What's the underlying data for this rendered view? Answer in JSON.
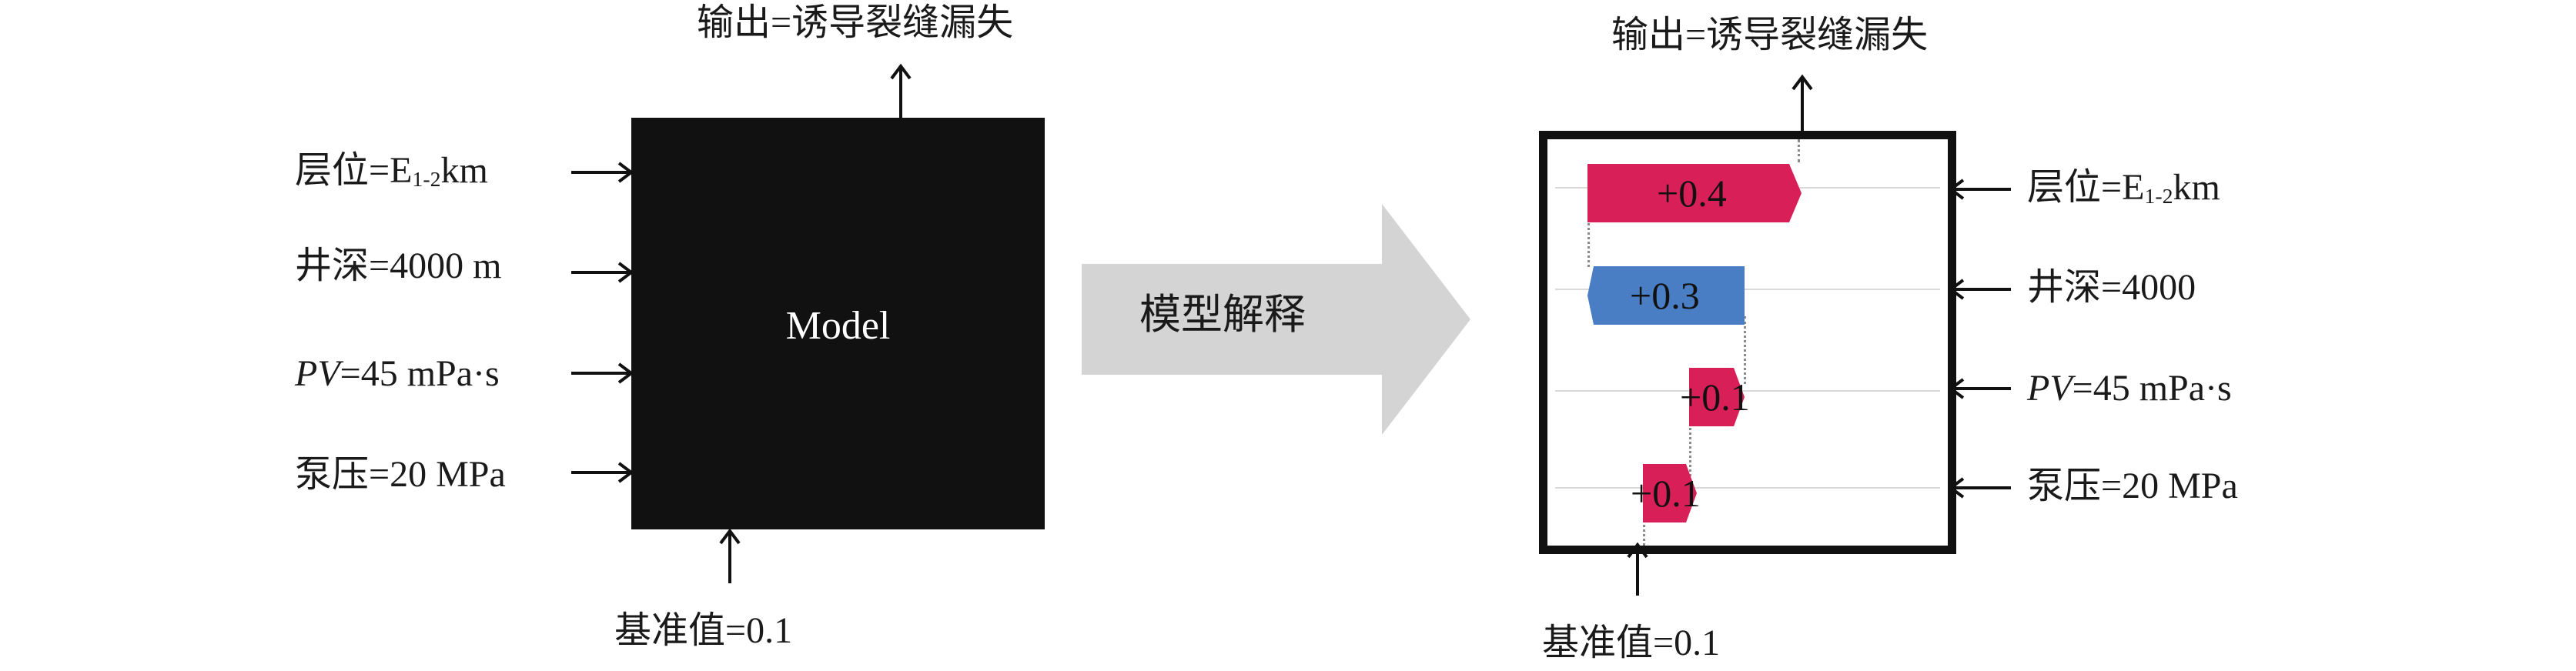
{
  "left_panel": {
    "output_label": "输出=诱导裂缝漏失",
    "base_label": "基准值=0.1",
    "model_label": "Model",
    "inputs": [
      {
        "prefix": "层位=E",
        "sub": "1-2",
        "suffix": "km"
      },
      {
        "prefix": "井深=4000 m"
      },
      {
        "italic": "PV",
        "suffix": "=45 mPa·s"
      },
      {
        "prefix": "泵压=20 MPa"
      }
    ]
  },
  "middle": {
    "arrow_label": "模型解释"
  },
  "right_panel": {
    "output_label": "输出=诱导裂缝漏失",
    "base_label": "基准值=0.1",
    "inputs": [
      {
        "prefix": "层位=E",
        "sub": "1-2",
        "suffix": "km"
      },
      {
        "prefix": "井深=4000"
      },
      {
        "italic": "PV",
        "suffix": "=45 mPa·s"
      },
      {
        "prefix": "泵压=20 MPa"
      }
    ],
    "contributions": [
      {
        "label": "+0.4",
        "value": 0.4,
        "direction": "positive",
        "color": "#d81f58"
      },
      {
        "label": "+0.3",
        "value": 0.3,
        "direction": "negative",
        "color": "#4a7ec4"
      },
      {
        "label": "+0.1",
        "value": 0.1,
        "direction": "positive",
        "color": "#d81f58"
      },
      {
        "label": "+0.1",
        "value": 0.1,
        "direction": "positive",
        "color": "#d81f58"
      }
    ]
  },
  "colors": {
    "positive": "#d81f58",
    "negative": "#4a7ec4",
    "model_box": "#111111",
    "big_arrow": "#d4d4d4"
  }
}
